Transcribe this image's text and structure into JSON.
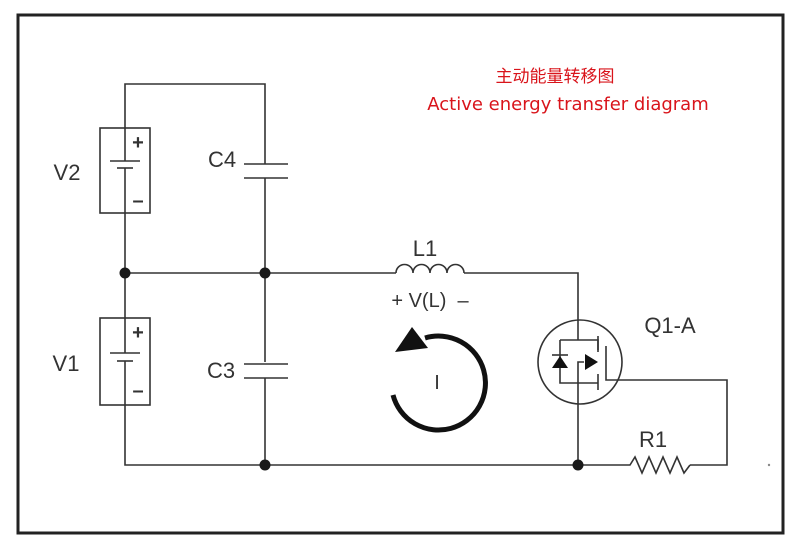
{
  "title": {
    "chinese": "主动能量转移图",
    "english": "Active energy transfer diagram",
    "color": "#d9141b"
  },
  "components": {
    "v2": {
      "label": "V2",
      "plus": "+",
      "minus": "–"
    },
    "v1": {
      "label": "V1",
      "plus": "+",
      "minus": "–"
    },
    "c4": {
      "label": "C4"
    },
    "c3": {
      "label": "C3"
    },
    "l1": {
      "label": "L1"
    },
    "q1": {
      "label": "Q1-A"
    },
    "r1": {
      "label": "R1"
    }
  },
  "annotations": {
    "inductor_voltage": "+ V(L)  –",
    "current": "I"
  },
  "colors": {
    "wire": "#333333",
    "frame": "#222222"
  }
}
